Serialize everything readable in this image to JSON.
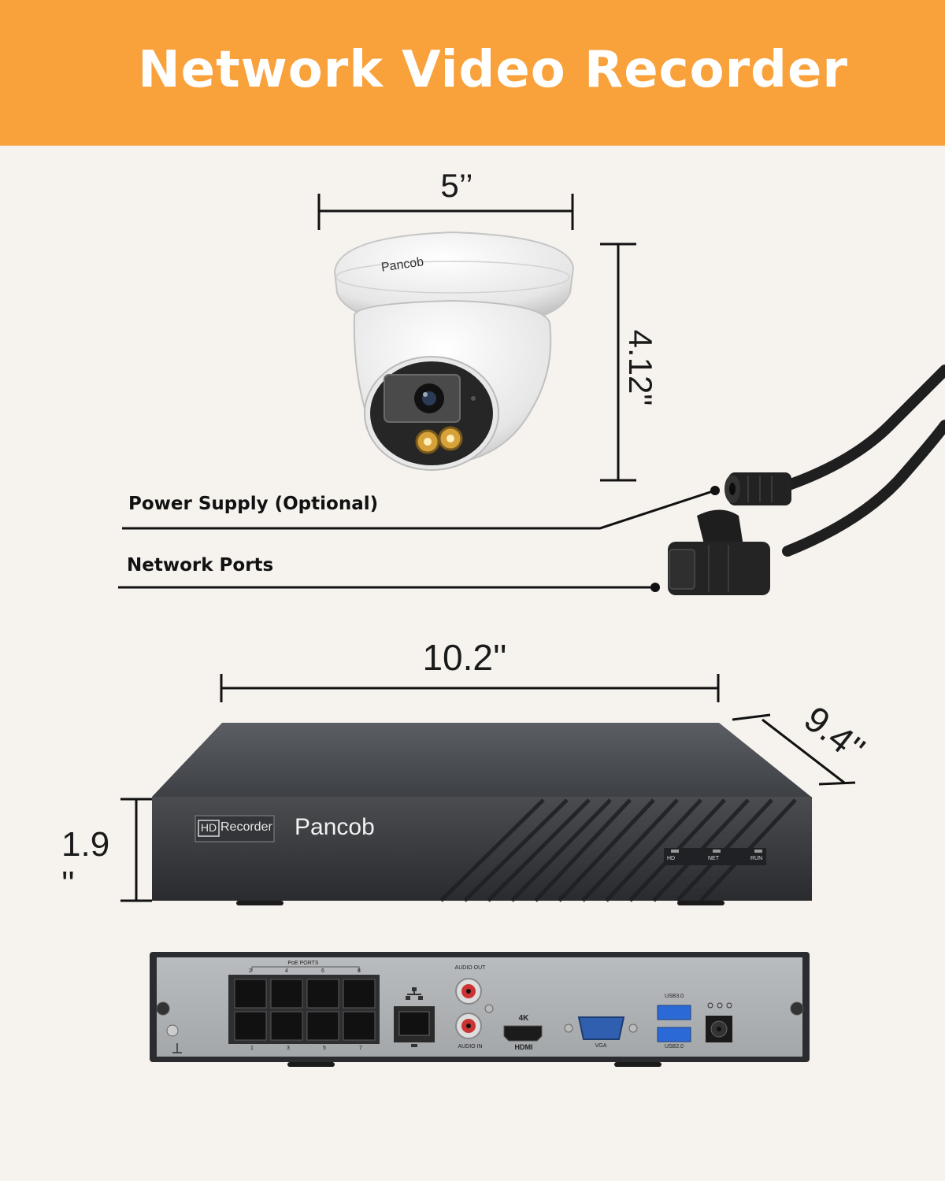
{
  "header": {
    "title": "Network Video Recorder",
    "bg_color": "#f9a23c"
  },
  "camera": {
    "brand": "Pancob",
    "width_label": "5’’",
    "height_label": "4.12\"",
    "callouts": {
      "power": "Power Supply (Optional)",
      "network": "Network Ports"
    }
  },
  "nvr": {
    "width_label": "10.2''",
    "depth_label": "9.4''",
    "height_label": "1.9 ''",
    "badge_hd": "HD",
    "badge_text": "Recorder",
    "brand": "Pancob",
    "leds": [
      "HD",
      "NET",
      "RUN"
    ],
    "rear": {
      "poe_title": "PoE PORTS",
      "poe_top_numbers": [
        "2",
        "4",
        "6",
        "8"
      ],
      "poe_bottom_numbers": [
        "1",
        "3",
        "5",
        "7"
      ],
      "audio_out": "AUDIO OUT",
      "audio_in": "AUDIO IN",
      "hdmi_top": "4K",
      "hdmi_label": "HDMI",
      "vga_label": "VGA",
      "usb3": "USB3.0",
      "usb2": "USB2.0"
    }
  }
}
